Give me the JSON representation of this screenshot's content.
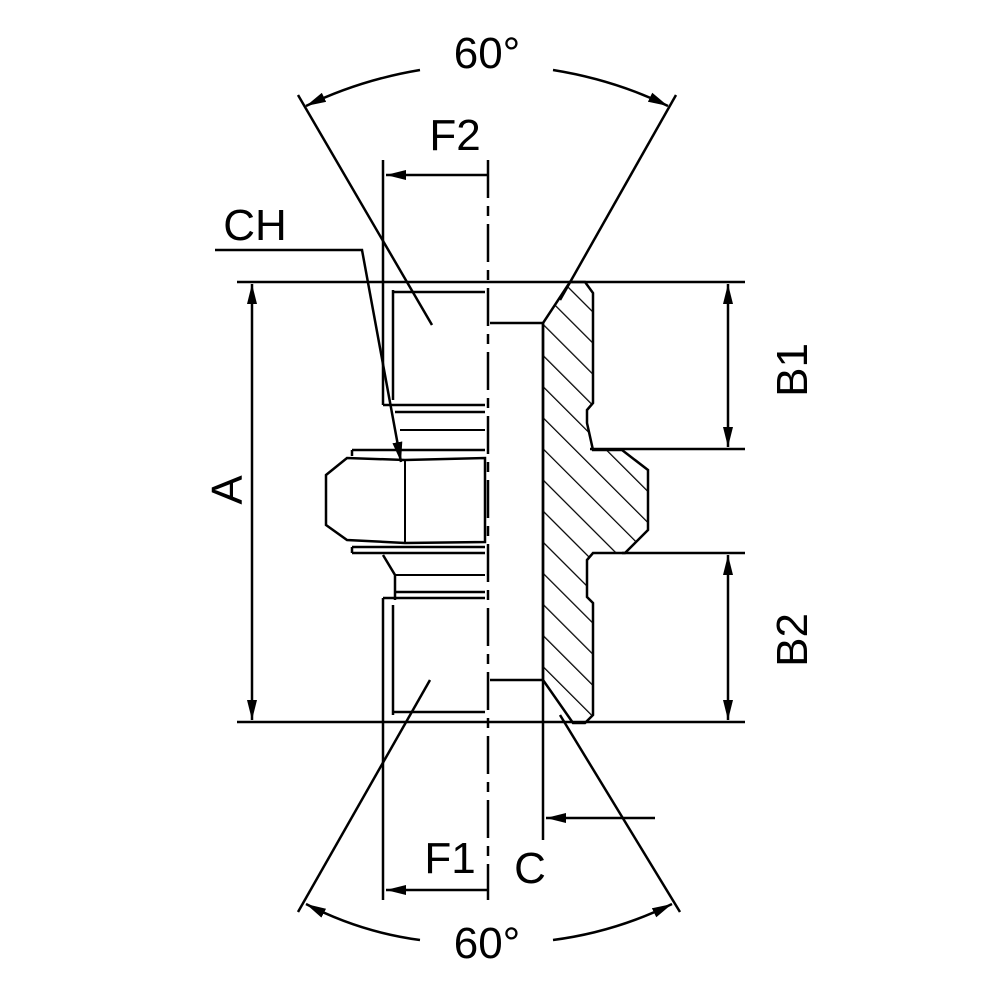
{
  "labels": {
    "angle_top": "60°",
    "angle_bottom": "60°",
    "f2": "F2",
    "f1": "F1",
    "ch": "CH",
    "a": "A",
    "b1": "B1",
    "b2": "B2",
    "c": "C"
  }
}
